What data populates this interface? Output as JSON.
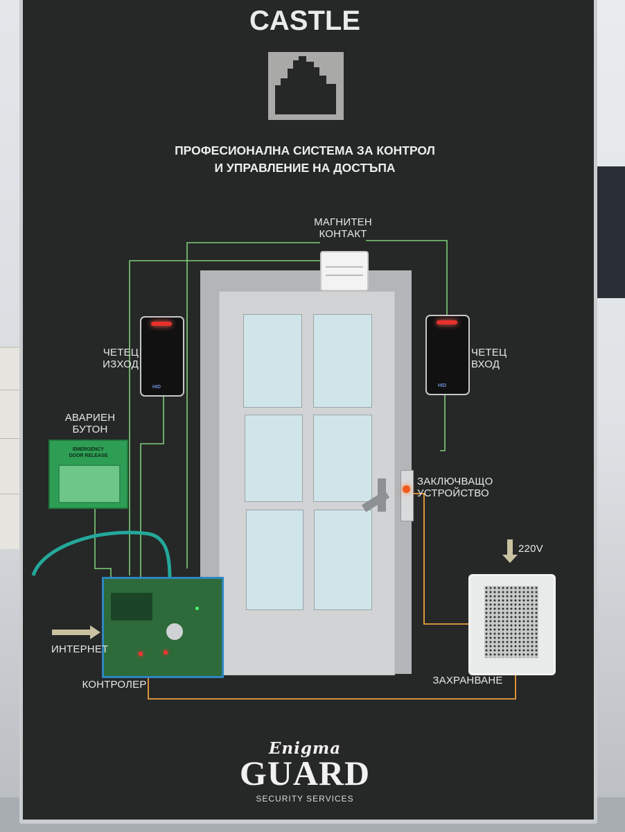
{
  "board": {
    "brand_title": "CASTLE",
    "headline_line1": "ПРОФЕСИОНАЛНА СИСТЕМА ЗА КОНТРОЛ",
    "headline_line2": "И УПРАВЛЕНИЕ НА ДОСТЪПА"
  },
  "labels": {
    "magnetic_contact_1": "МАГНИТЕН",
    "magnetic_contact_2": "КОНТАКТ",
    "reader_exit_1": "ЧЕТЕЦ",
    "reader_exit_2": "ИЗХОД",
    "reader_entry_1": "ЧЕТЕЦ",
    "reader_entry_2": "ВХОД",
    "emergency_button_1": "АВАРИЕН",
    "emergency_button_2": "БУТОН",
    "locking_device_1": "ЗАКЛЮЧВАЩО",
    "locking_device_2": "УСТРОЙСТВО",
    "voltage": "220V",
    "internet": "ИНТЕРНЕТ",
    "controller": "КОНТРОЛЕР",
    "power_supply": "ЗАХРАНВАНЕ"
  },
  "emergency_box": {
    "line1": "EMERGENCY",
    "line2": "DOOR RELEASE"
  },
  "reader_brand": "HID",
  "footer": {
    "enigma": "Enigma",
    "guard": "GUARD",
    "security": "SECURITY SERVICES"
  },
  "colors": {
    "board_background": "#262727",
    "wire_green": "#7fd07a",
    "wire_orange": "#f0a23c",
    "door": "#d1d3d4",
    "glass": "#cfe5ea",
    "emergency_green": "#2f9e55"
  }
}
